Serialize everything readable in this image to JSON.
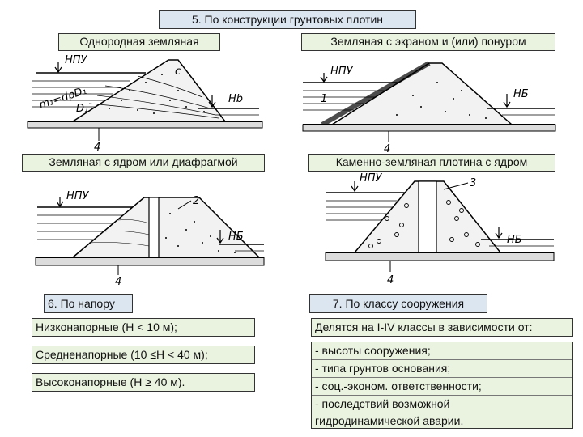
{
  "title": "5. По конструкции грунтовых плотин",
  "panels": {
    "homogeneous": {
      "caption": "Однородная земляная",
      "labels": {
        "npu": "НПУ",
        "nb": "Нb",
        "num": "4",
        "d1": "D₁",
        "eq": "m₁=dρD₁",
        "c": "c"
      }
    },
    "screen": {
      "caption": "Земляная с экраном и (или) понуром",
      "labels": {
        "npu": "НПУ",
        "nb": "НБ",
        "num1": "1",
        "num4": "4"
      }
    },
    "core": {
      "caption": "Земляная с ядром или диафрагмой",
      "labels": {
        "npu": "НПУ",
        "nb": "НБ",
        "num2": "2",
        "num4": "4"
      }
    },
    "rockfill": {
      "caption": "Каменно-земляная плотина с ядром",
      "labels": {
        "npu": "НПУ",
        "nb": "НБ",
        "num3": "3",
        "num4": "4"
      }
    }
  },
  "section6": {
    "header": "6. По напору",
    "items": [
      "Низконапорные (H < 10 м);",
      "Средненапорные (10 ≤H < 40 м);",
      "Высоконапорные (H ≥ 40 м)."
    ]
  },
  "section7": {
    "header": "7. По классу сооружения",
    "intro": "Делятся на I-IV классы в зависимости от:",
    "items": [
      "- высоты сооружения;",
      "- типа грунтов основания;",
      "- соц.-эконом. ответственности;",
      "- последствий возможной",
      "гидродинамической аварии."
    ]
  },
  "colors": {
    "green_fill": "#eaf3e0",
    "blue_fill": "#dce6f1",
    "border": "#333333"
  }
}
